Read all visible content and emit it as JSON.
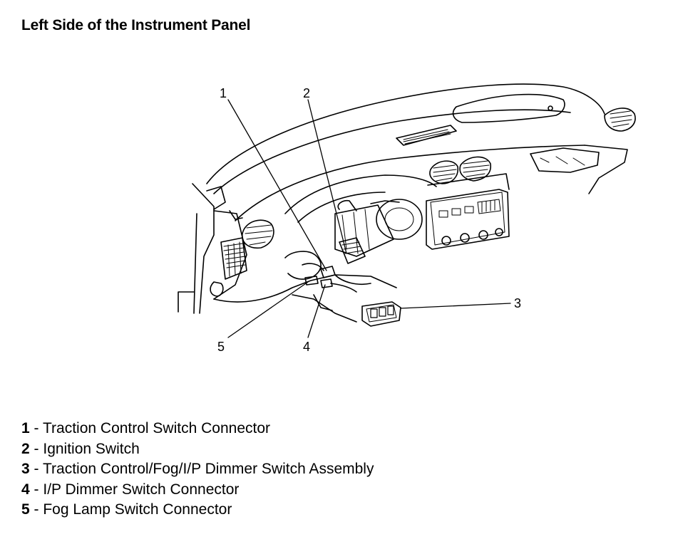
{
  "title": "Left Side of the Instrument Panel",
  "callouts": [
    {
      "number": "1"
    },
    {
      "number": "2"
    },
    {
      "number": "3"
    },
    {
      "number": "4"
    },
    {
      "number": "5"
    }
  ],
  "legend": [
    {
      "number": "1",
      "separator": " - ",
      "text": "Traction Control Switch Connector"
    },
    {
      "number": "2",
      "separator": " - ",
      "text": "Ignition Switch"
    },
    {
      "number": "3",
      "separator": " - ",
      "text": "Traction Control/Fog/I/P Dimmer Switch Assembly"
    },
    {
      "number": "4",
      "separator": " - ",
      "text": "I/P Dimmer Switch Connector"
    },
    {
      "number": "5",
      "separator": " - ",
      "text": "Fog Lamp Switch Connector"
    }
  ]
}
